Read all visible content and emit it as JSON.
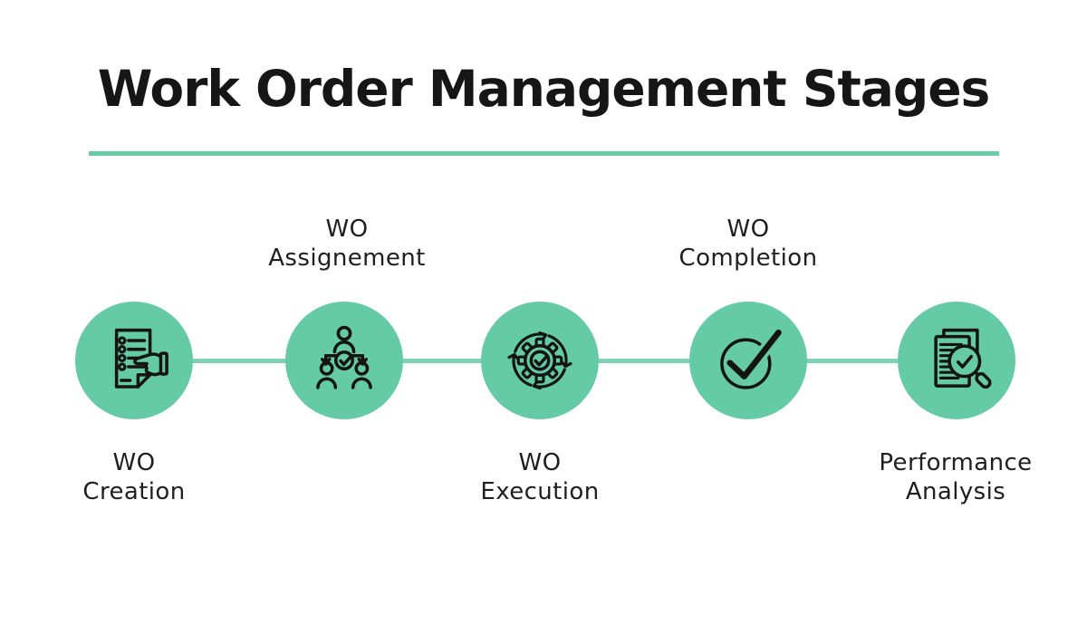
{
  "page": {
    "title": "Work Order Management Stages",
    "colors": {
      "background": "#ffffff",
      "circle_green": "#65cba6",
      "connector_green": "#7dd3b3",
      "divider_green": "#68cda7",
      "icon_ink": "#141414",
      "label_text": "#1f1f1f",
      "title_text": "#161616"
    }
  },
  "stages": [
    {
      "id": "wo-creation",
      "line1": "WO",
      "line2": "Creation",
      "label_position": "below",
      "icon": "checklist-hand-icon"
    },
    {
      "id": "wo-assignment",
      "line1": "WO",
      "line2": "Assignement",
      "label_position": "above",
      "icon": "team-assignment-icon"
    },
    {
      "id": "wo-execution",
      "line1": "WO",
      "line2": "Execution",
      "label_position": "below",
      "icon": "gear-cycle-icon"
    },
    {
      "id": "wo-completion",
      "line1": "WO",
      "line2": "Completion",
      "label_position": "above",
      "icon": "check-circle-icon"
    },
    {
      "id": "performance-analysis",
      "line1": "Performance",
      "line2": "Analysis",
      "label_position": "below",
      "icon": "document-magnifier-icon"
    }
  ]
}
